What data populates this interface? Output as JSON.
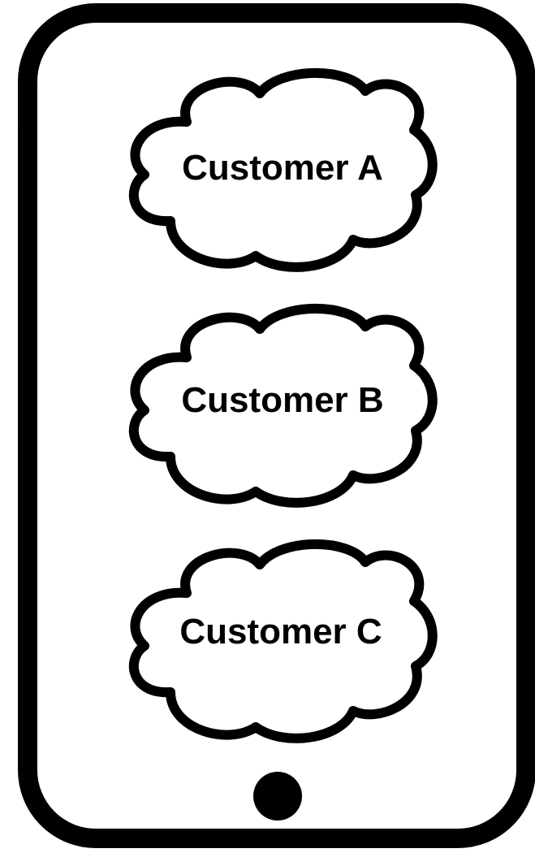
{
  "phone": {
    "outline_color": "#000000",
    "fill_color": "#ffffff",
    "home_button_icon": "home-button-dot"
  },
  "clouds": [
    {
      "label": "Customer A",
      "icon": "cloud-icon"
    },
    {
      "label": "Customer B",
      "icon": "cloud-icon"
    },
    {
      "label": "Customer C",
      "icon": "cloud-icon"
    }
  ]
}
